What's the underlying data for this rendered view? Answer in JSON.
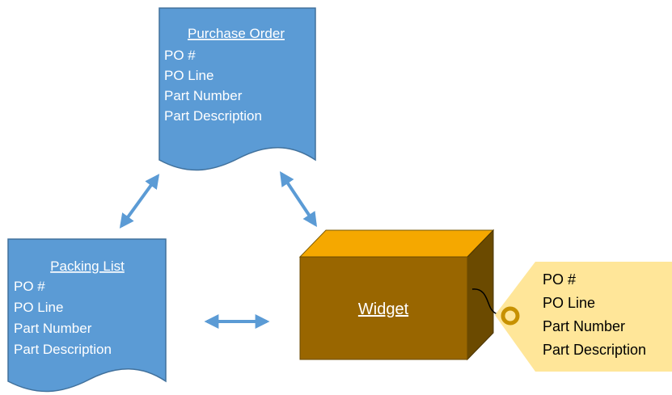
{
  "purchase_order": {
    "title": "Purchase Order",
    "fields": [
      "PO #",
      "PO Line",
      "Part Number",
      "Part Description"
    ]
  },
  "packing_list": {
    "title": "Packing List",
    "fields": [
      "PO #",
      "PO Line",
      "Part Number",
      "Part Description"
    ]
  },
  "widget": {
    "label": "Widget"
  },
  "tag": {
    "fields": [
      "PO #",
      "PO Line",
      "Part Number",
      "Part Description"
    ]
  },
  "colors": {
    "document_fill": "#5B9BD5",
    "document_stroke": "#41719C",
    "arrow": "#5B9BD5",
    "box_front": "#996600",
    "box_top": "#F5A800",
    "box_side": "#6B4A00",
    "tag_fill": "#FFE699",
    "tag_ring": "#C79100"
  }
}
